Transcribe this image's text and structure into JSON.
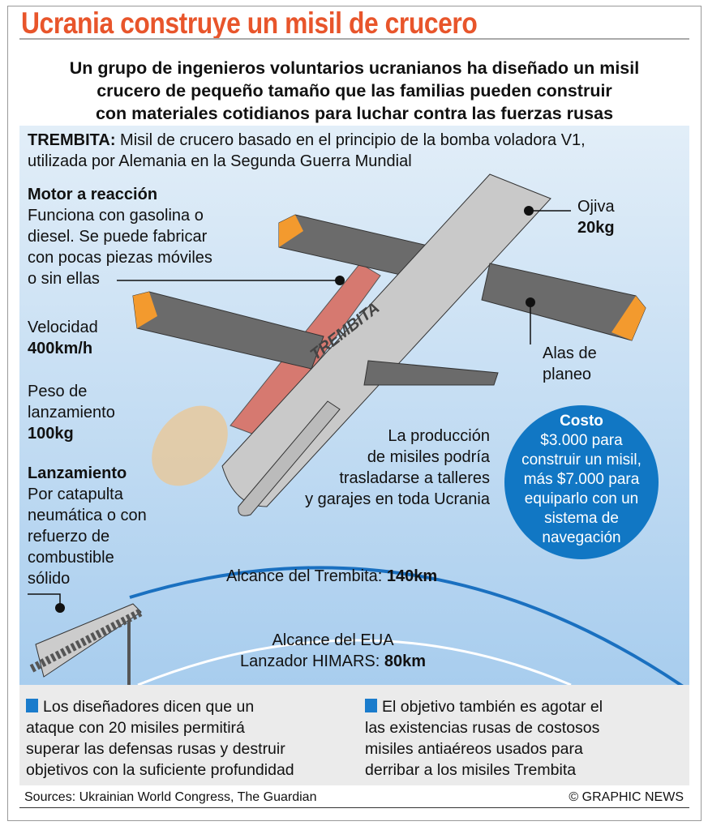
{
  "title": "Ucrania construye un misil de crucero",
  "subtitle": [
    "Un grupo de ingenieros voluntarios ucranianos ha diseñado un misil",
    "crucero de pequeño tamaño que las familias pueden construir",
    "con materiales cotidianos para luchar contra las fuerzas rusas"
  ],
  "intro": {
    "label": "TREMBITA:",
    "text1": " Misil de crucero basado en el principio de la bomba voladora V1,",
    "text2": "utilizada por Alemania en la Segunda Guerra Mundial"
  },
  "motor": {
    "heading": "Motor a reacción",
    "lines": [
      "Funciona con gasolina o",
      "diesel. Se puede fabricar",
      "con pocas piezas móviles",
      "o sin ellas"
    ]
  },
  "speed": {
    "label": "Velocidad",
    "value": "400km/h"
  },
  "weight": {
    "label1": "Peso de",
    "label2": "lanzamiento",
    "value": "100kg"
  },
  "launch": {
    "heading": "Lanzamiento",
    "lines": [
      "Por catapulta",
      "neumática o con",
      "refuerzo de",
      "combustible",
      "sólido"
    ]
  },
  "warhead": {
    "label": "Ojiva",
    "value": "20kg"
  },
  "wings": {
    "lines": [
      "Alas de",
      "planeo"
    ]
  },
  "missile_name": "TREMBITA",
  "production": [
    "La producción",
    "de misiles podría",
    "trasladarse a talleres",
    "y garajes en toda Ucrania"
  ],
  "cost": {
    "heading": "Costo",
    "lines": [
      "$3.000 para",
      "construir un misil,",
      "más $7.000 para",
      "equiparlo con un",
      "sistema de",
      "navegación"
    ]
  },
  "range_trembita": {
    "label": "Alcance del Trembita: ",
    "value": "140km"
  },
  "range_himars": {
    "label1": "Alcance del EUA",
    "label2": "Lanzador HIMARS: ",
    "value": "80km"
  },
  "notes": [
    [
      "Los diseñadores dicen que un",
      "ataque con 20 misiles permitirá",
      "superar las defensas rusas y destruir",
      "objetivos con la suficiente profundidad"
    ],
    [
      "El objetivo también es agotar el",
      "las existencias rusas de costosos",
      "misiles antiaéreos usados para",
      "derribar a los misiles Trembita"
    ]
  ],
  "sources": "Sources: Ukrainian World Congress, The Guardian",
  "credit": "© GRAPHIC NEWS",
  "colors": {
    "title": "#e8552b",
    "accent": "#1177c4"
  }
}
